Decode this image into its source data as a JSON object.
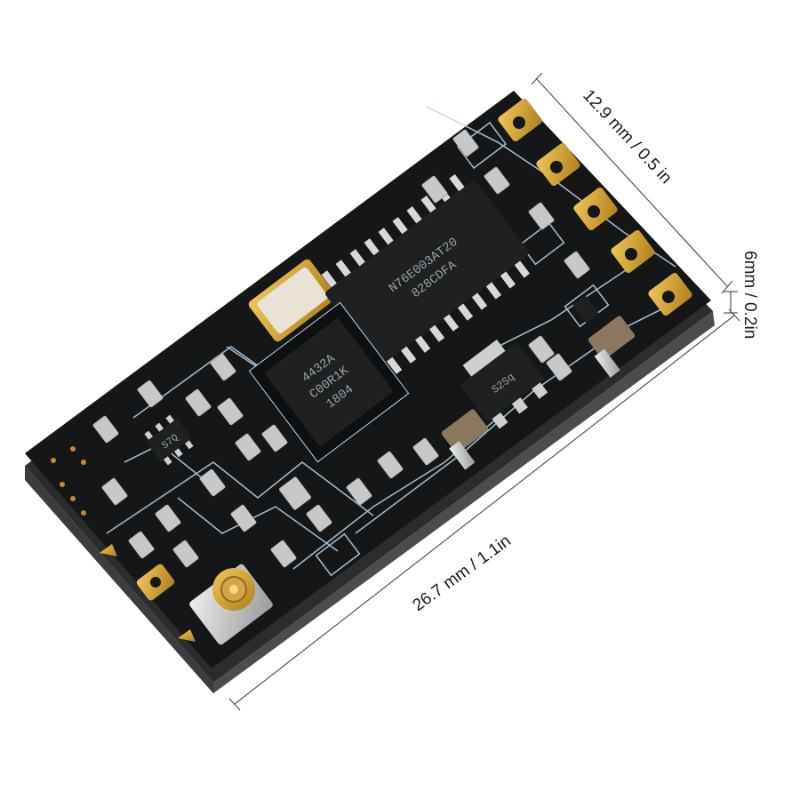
{
  "dimensions": {
    "length": "26.7 mm / 1.1in",
    "width": "12.9 mm /  0.5 in",
    "thickness": "6mm / 0.2in"
  },
  "chips": {
    "mcu_marking_line1": "N76E003AT20",
    "mcu_marking_line2": "828CDFA",
    "rf_marking_line1": "4432A",
    "rf_marking_line2": "C00R1K",
    "rf_marking_line3": "1804",
    "regulator_marking": "S2Sq",
    "small_ic_marking": "S7Q"
  },
  "colors": {
    "pcb": "#141617",
    "silkscreen": "#b8d6e8",
    "gold": "#d9a531",
    "component": "#c8c8c8"
  }
}
